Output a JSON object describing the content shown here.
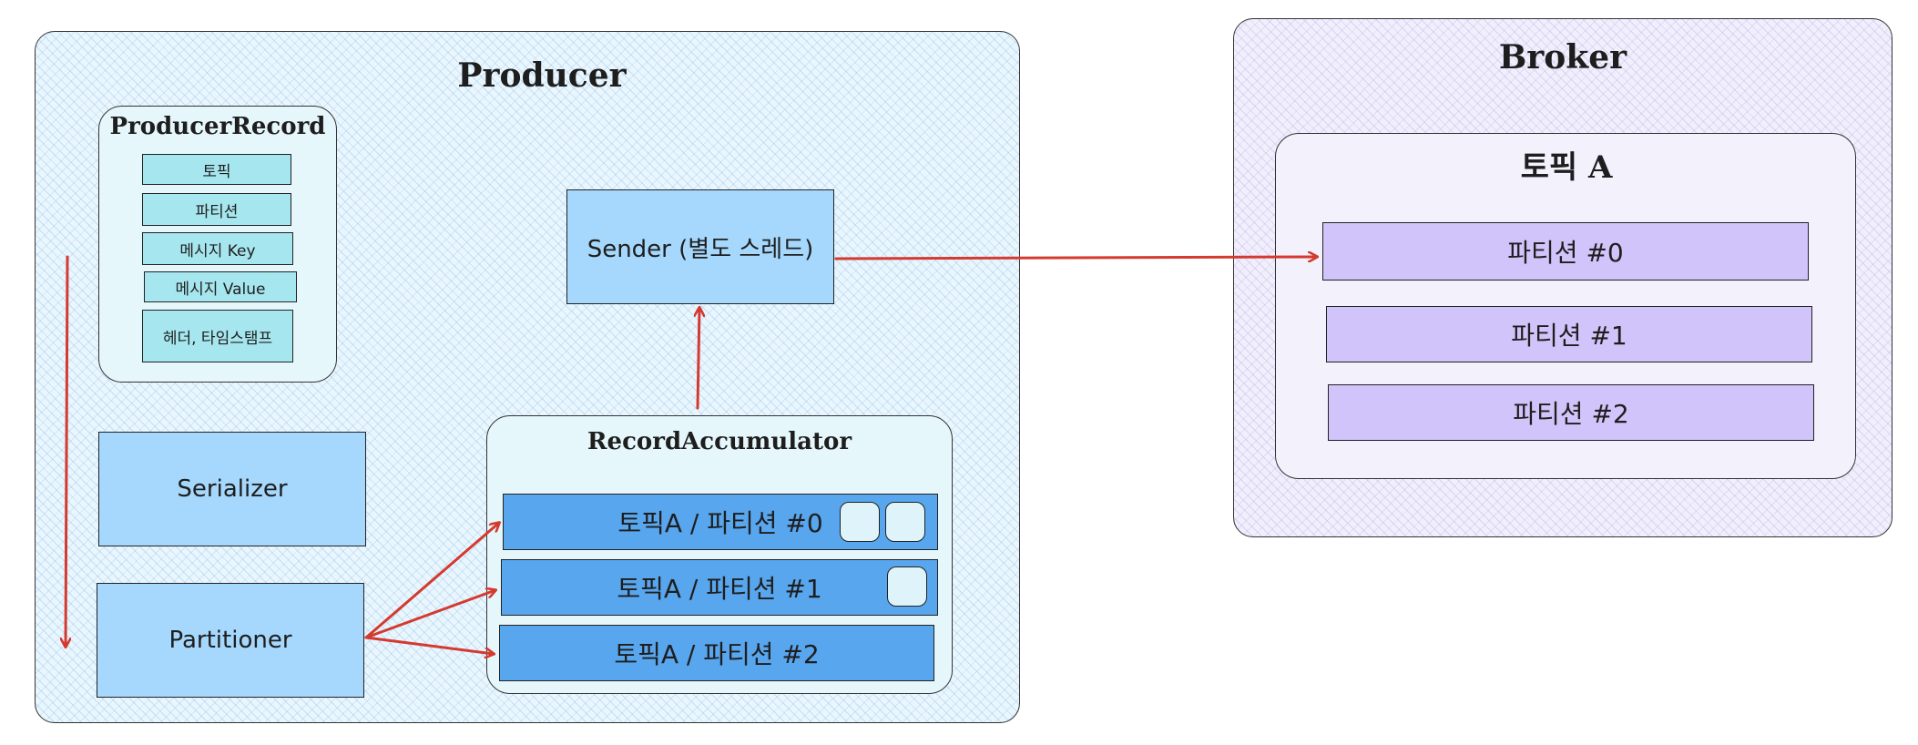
{
  "producer": {
    "title": "Producer",
    "record": {
      "title": "ProducerRecord",
      "fields": [
        "토픽",
        "파티션",
        "메시지 Key",
        "메시지 Value",
        "헤더, 타임스탬프"
      ]
    },
    "serializer": "Serializer",
    "partitioner": "Partitioner",
    "sender": "Sender (별도 스레드)",
    "accumulator": {
      "title": "RecordAccumulator",
      "partitions": [
        "토픽A / 파티션 #0",
        "토픽A / 파티션 #1",
        "토픽A / 파티션 #2"
      ]
    }
  },
  "broker": {
    "title": "Broker",
    "topic": {
      "title": "토픽 A",
      "partitions": [
        "파티션 #0",
        "파티션 #1",
        "파티션 #2"
      ]
    }
  },
  "colors": {
    "arrow": "#d43a2f",
    "producer_bg": "#eaf6fd",
    "broker_bg": "#f1effc",
    "field": "#a6e6ef",
    "box": "#a5d8fc",
    "partition": "#58a6ee",
    "broker_partition": "#d0c4fa"
  }
}
